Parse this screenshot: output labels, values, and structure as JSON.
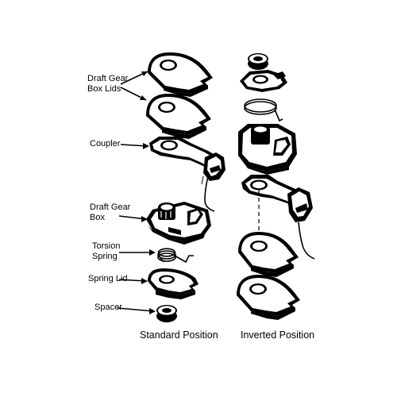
{
  "labels": {
    "draft_gear_box_lids": [
      "Draft Gear",
      "Box Lids"
    ],
    "coupler": "Coupler",
    "draft_gear_box": [
      "Draft Gear",
      "Box"
    ],
    "torsion_spring": [
      "Torsion",
      "Spring"
    ],
    "spring_lid": "Spring Lid",
    "spacer": "Spacer"
  },
  "captions": {
    "standard": "Standard Position",
    "inverted": "Inverted Position"
  }
}
